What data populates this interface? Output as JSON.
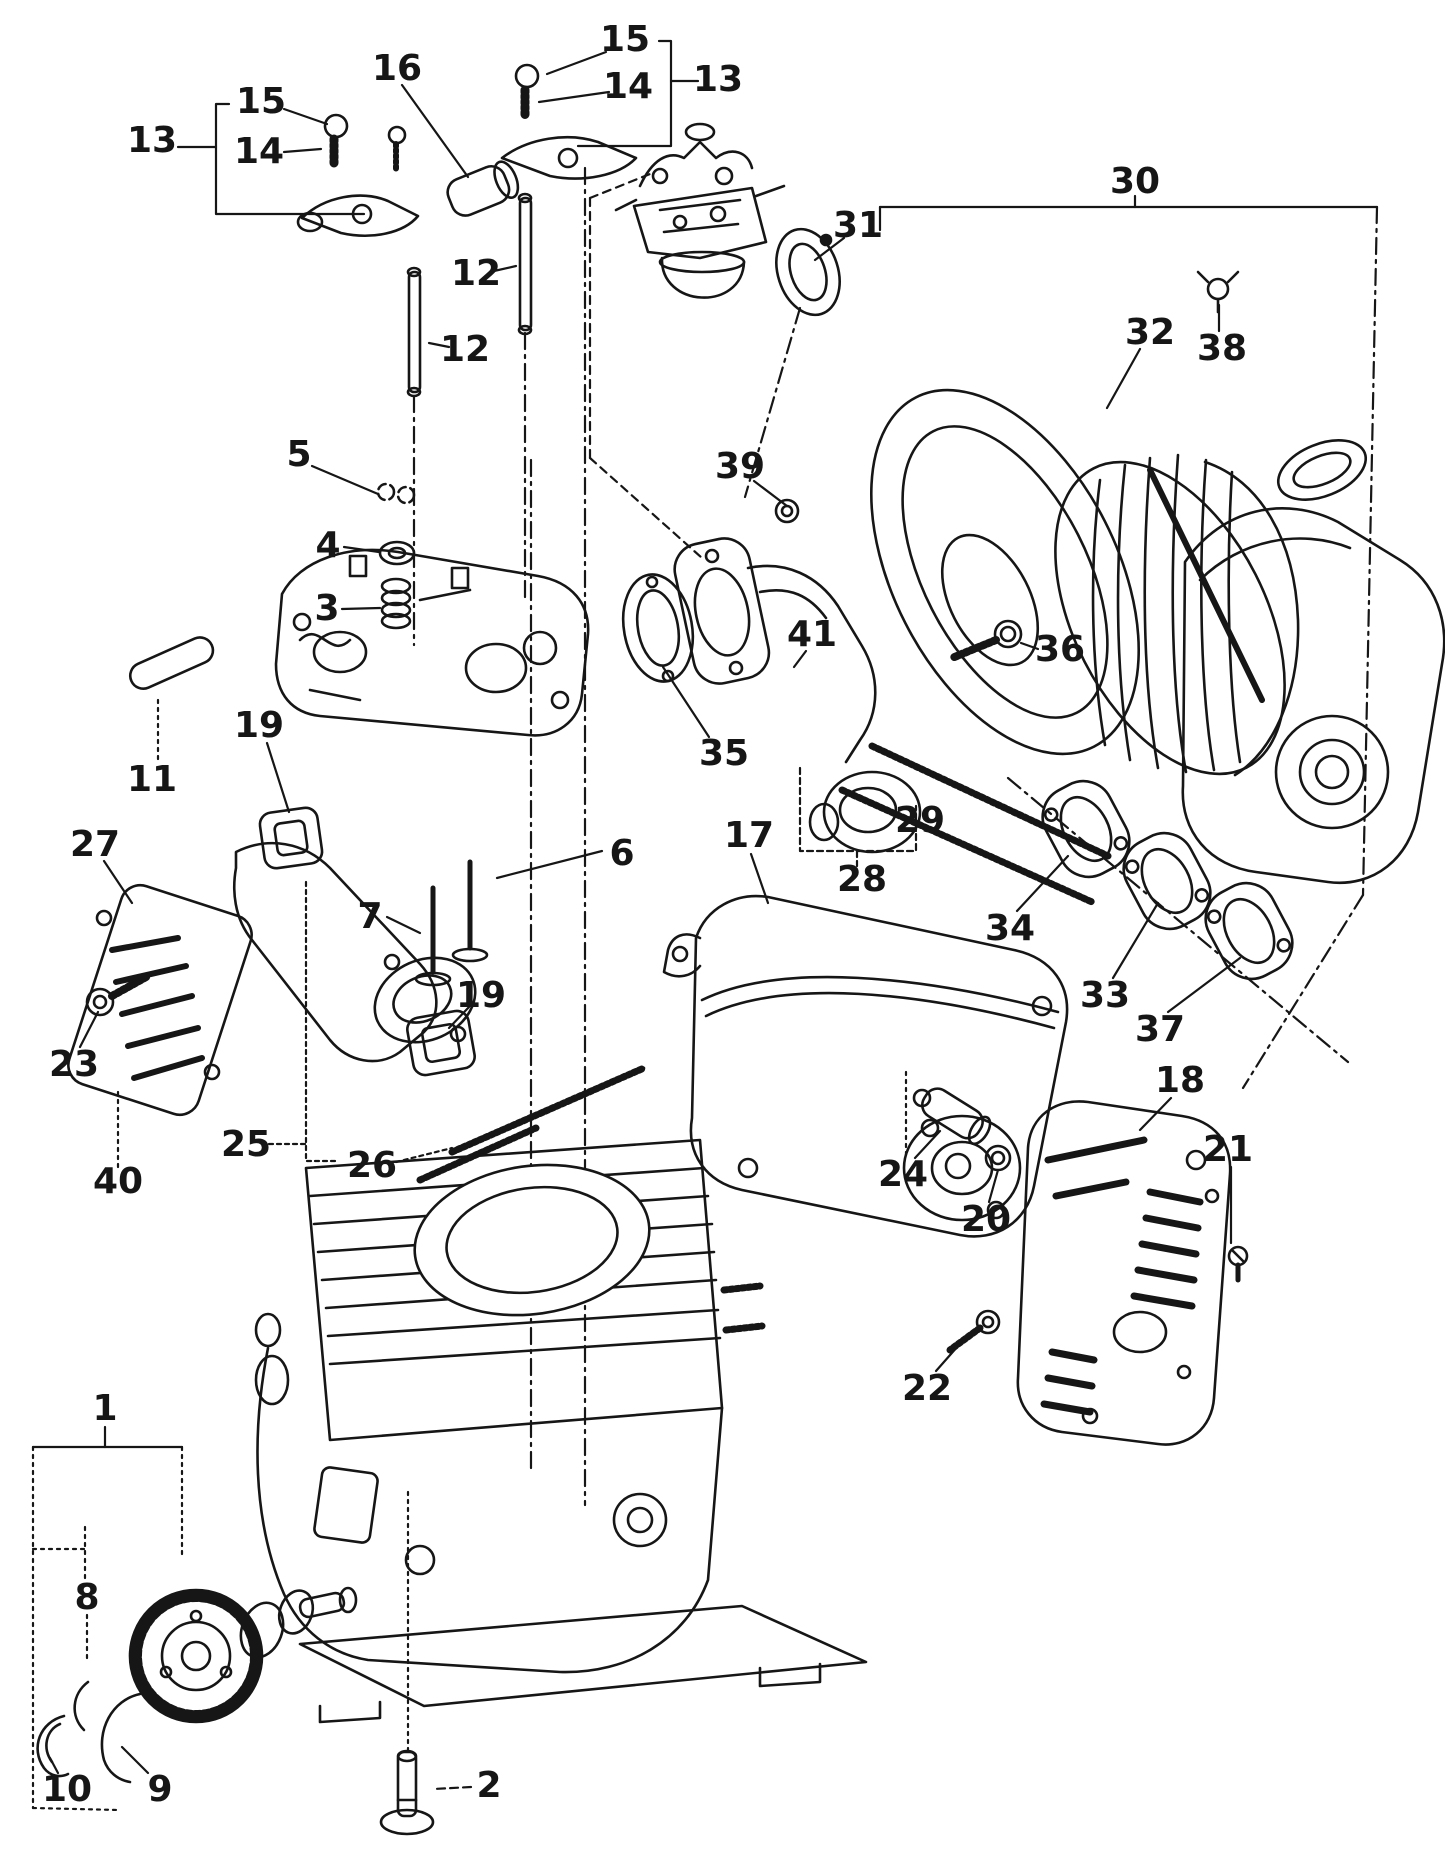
{
  "canvas": {
    "background_color": "#ffffff",
    "ink_color": "#161616",
    "description_texts_visible": false
  },
  "bracketed_group_labels": [
    "1",
    "13",
    "13",
    "25",
    "28",
    "30"
  ],
  "labels": {
    "n13_left": "13",
    "n15_left": "15",
    "n14_left": "14",
    "n16": "16",
    "n15_right": "15",
    "n14_right": "14",
    "n13_right": "13",
    "n12_upper": "12",
    "n12_lower": "12",
    "n30": "30",
    "n31": "31",
    "n32": "32",
    "n38": "38",
    "n5": "5",
    "n39": "39",
    "n4": "4",
    "n3": "3",
    "n36": "36",
    "n35": "35",
    "n41": "41",
    "n11": "11",
    "n19_head": "19",
    "n29": "29",
    "n28": "28",
    "n27": "27",
    "n17": "17",
    "n7": "7",
    "n6": "6",
    "n34": "34",
    "n33": "33",
    "n37": "37",
    "n23": "23",
    "n19_base": "19",
    "n18": "18",
    "n40": "40",
    "n25": "25",
    "n26": "26",
    "n21": "21",
    "n24": "24",
    "n20": "20",
    "n22": "22",
    "n1": "1",
    "n8": "8",
    "n10": "10",
    "n9": "9",
    "n2": "2"
  }
}
